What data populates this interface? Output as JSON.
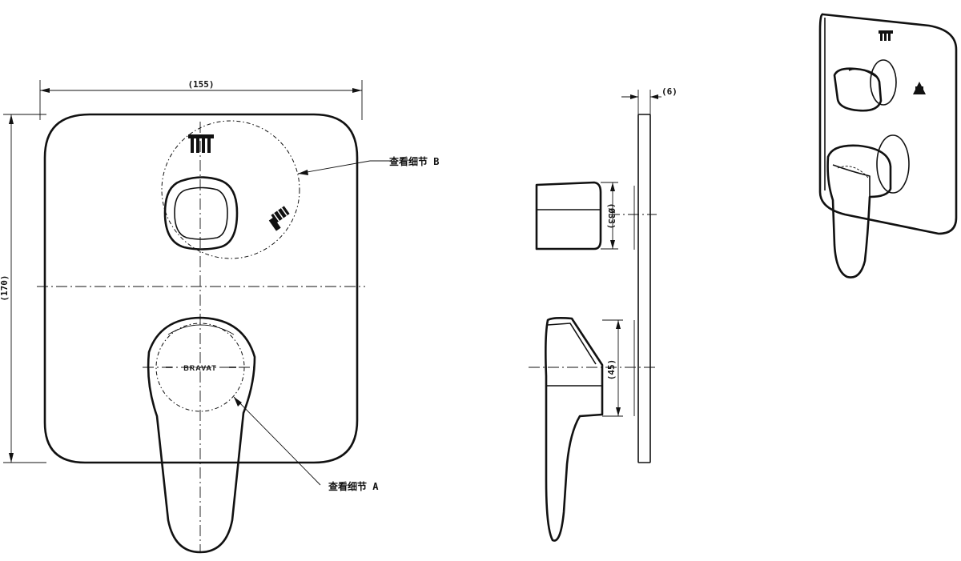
{
  "front_view": {
    "width_dim": "(155)",
    "height_dim": "(170)",
    "callout_b": "查看细节 B",
    "callout_a": "查看细节 A",
    "logo_text": "BRAVAT"
  },
  "side_view": {
    "thickness_dim": "(6)",
    "diverter_dim": "(Ø33)",
    "handle_dim": "(45)"
  },
  "icons": {
    "top_symbol": "shower-head-icon",
    "side_symbol": "hand-shower-icon"
  },
  "colors": {
    "line": "#111111",
    "background": "#ffffff"
  }
}
